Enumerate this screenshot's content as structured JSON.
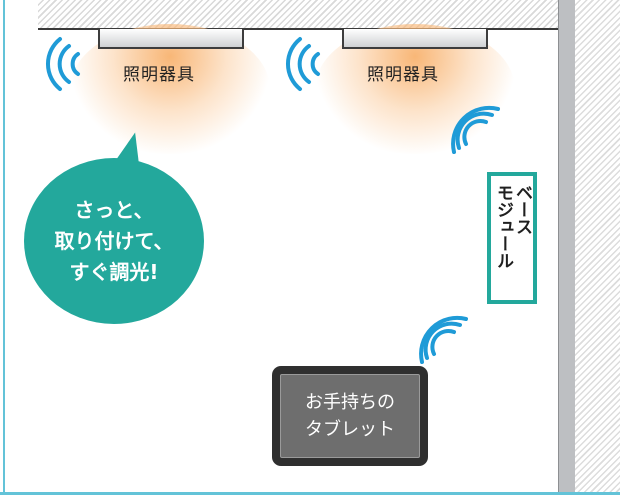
{
  "diagram": {
    "fixtures": [
      {
        "label": "照明器具"
      },
      {
        "label": "照明器具"
      }
    ],
    "bubble": {
      "lines": [
        "さっと、",
        "取り付けて、",
        "すぐ調光!"
      ]
    },
    "base_module": {
      "line1": "ベース",
      "line2": "モジュール"
    },
    "tablet": {
      "line1": "お手持ちの",
      "line2": "タブレット"
    },
    "colors": {
      "accent_teal": "#23a89c",
      "signal_blue": "#1f9bd7",
      "light_glow": "#f7aa5f",
      "frame_line": "#63c3d8"
    },
    "icons": [
      "wireless-signal-icon",
      "ceiling-light-icon",
      "tablet-icon"
    ]
  }
}
